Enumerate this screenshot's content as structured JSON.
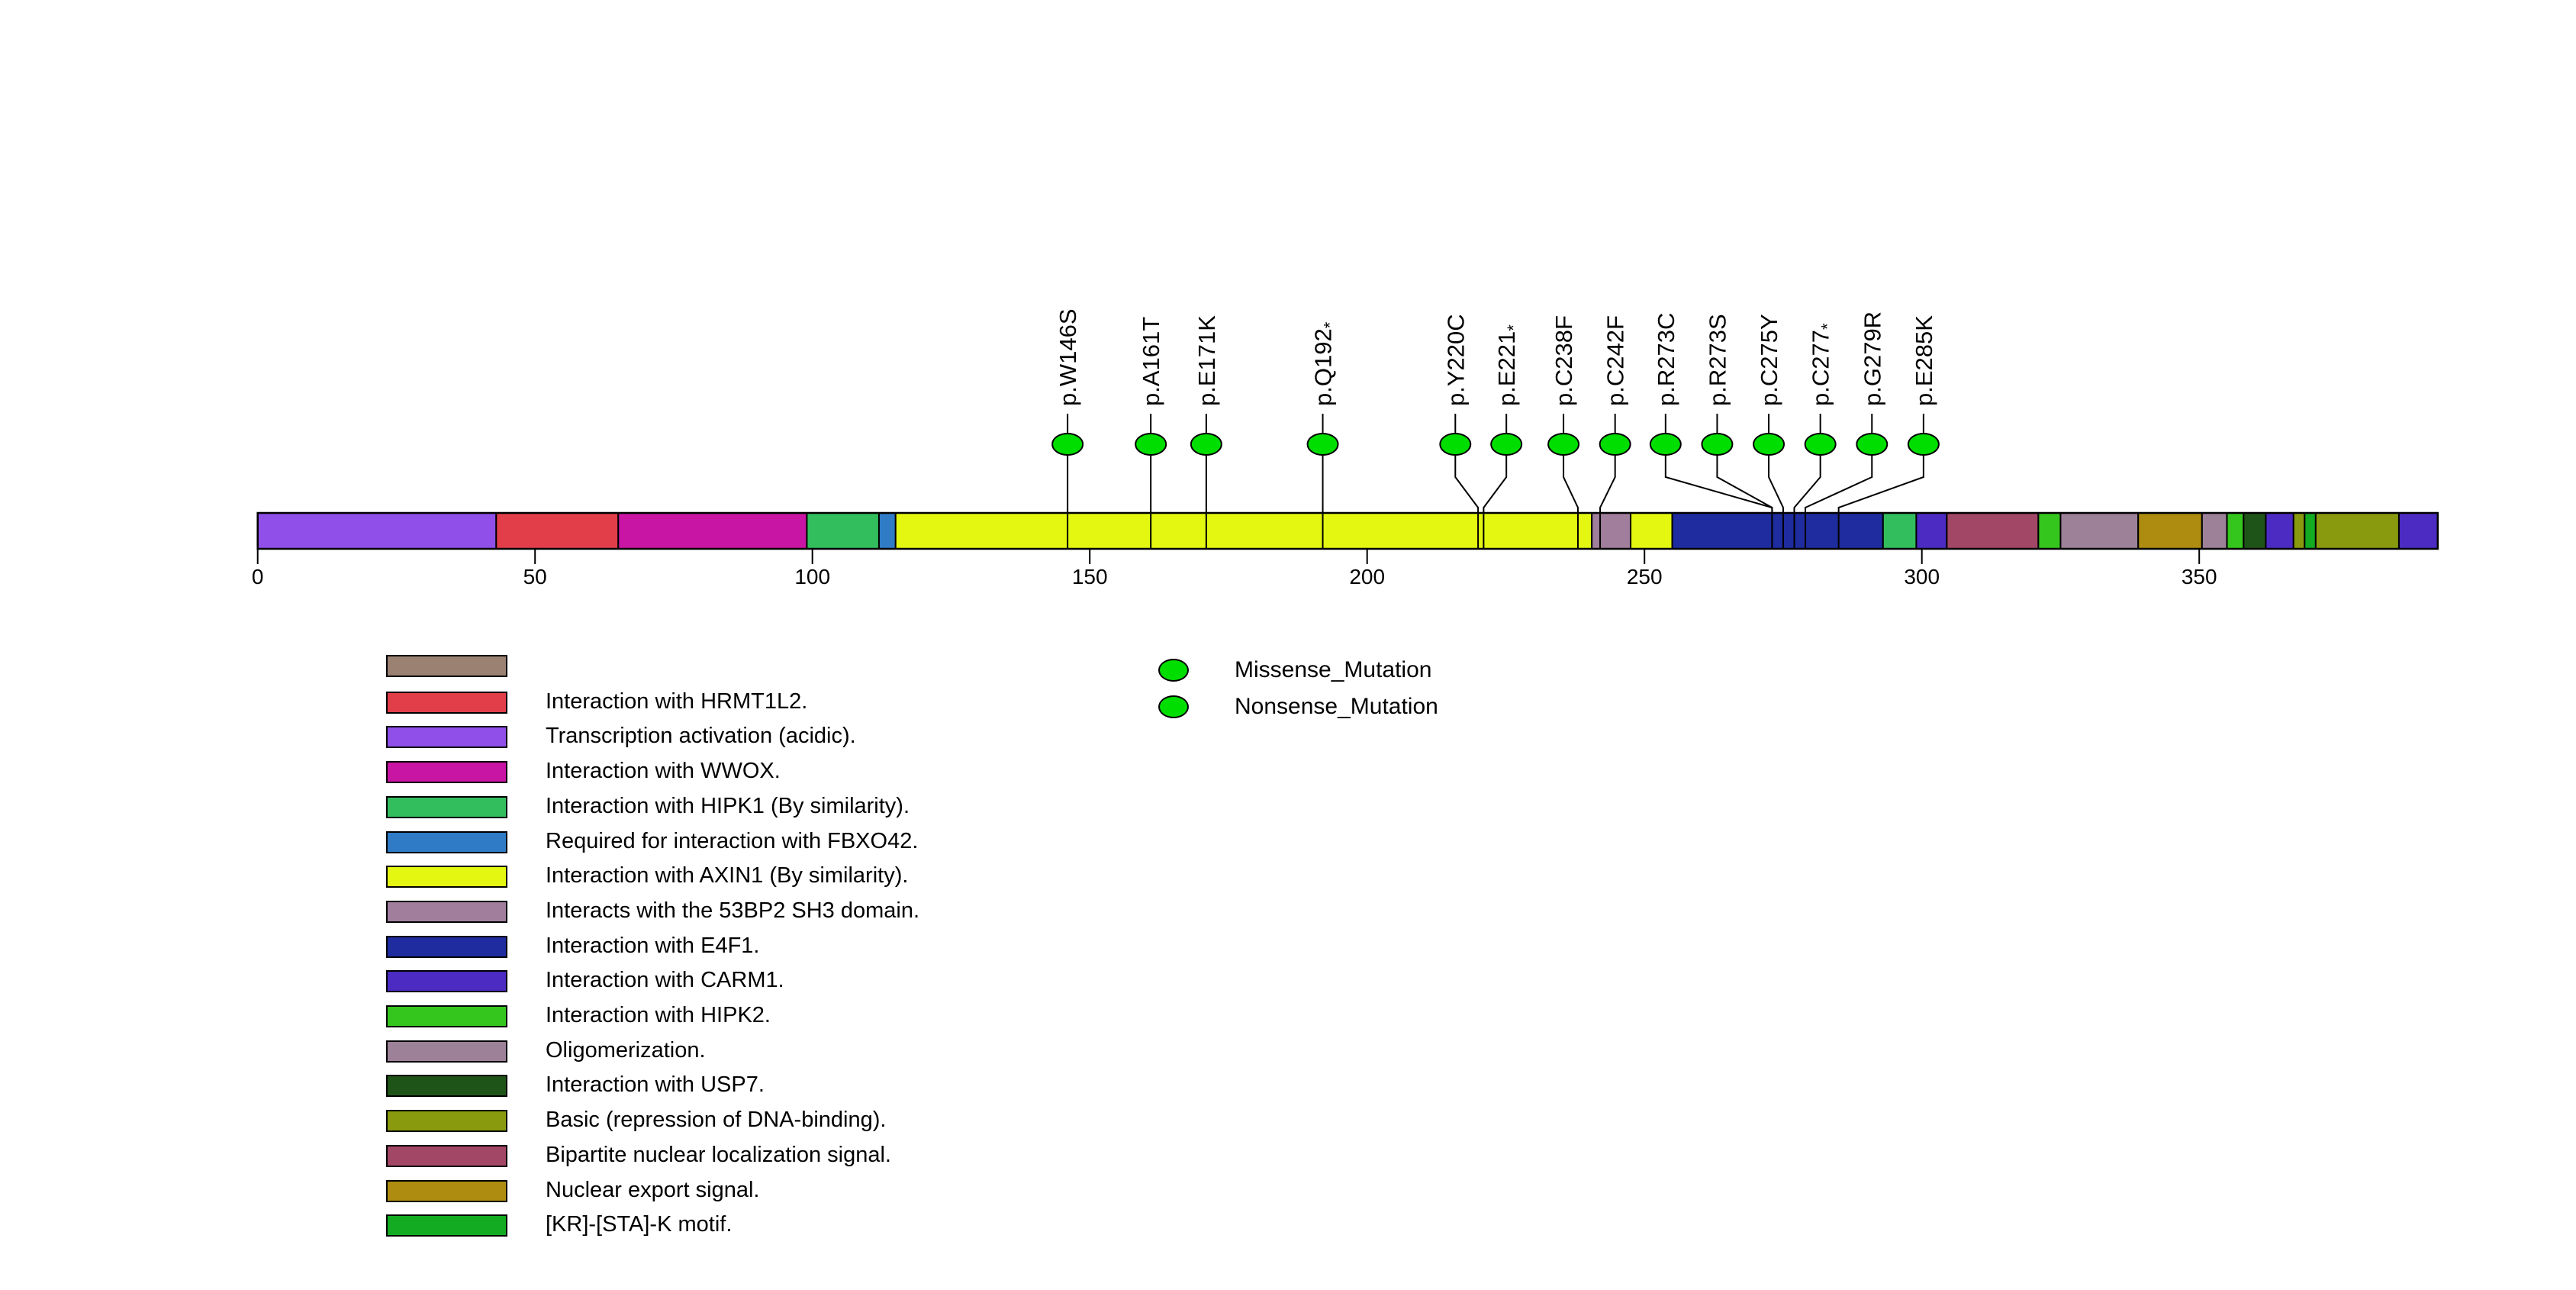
{
  "figure": {
    "background_color": "#ffffff",
    "text_color": "#000000"
  },
  "chart_data": {
    "type": "lollipop",
    "description": "Protein mutation lollipop plot with UniProt feature domains",
    "protein_length": 393,
    "xlim": [
      0,
      393
    ],
    "grid": false,
    "axis_ticks": [
      0,
      50,
      100,
      150,
      200,
      250,
      300,
      350
    ],
    "lollipop_color": "#00DE00",
    "mutations": [
      {
        "label": "p.W146S",
        "residue": 146,
        "label_pos": 146,
        "mutation_type": "Missense_Mutation"
      },
      {
        "label": "p.A161T",
        "residue": 161,
        "label_pos": 161,
        "mutation_type": "Missense_Mutation"
      },
      {
        "label": "p.E171K",
        "residue": 171,
        "label_pos": 171,
        "mutation_type": "Missense_Mutation"
      },
      {
        "label": "p.Q192*",
        "residue": 192,
        "label_pos": 192,
        "mutation_type": "Nonsense_Mutation"
      },
      {
        "label": "p.Y220C",
        "residue": 220,
        "label_pos": 215.9,
        "mutation_type": "Missense_Mutation"
      },
      {
        "label": "p.E221*",
        "residue": 221,
        "label_pos": 225.1,
        "mutation_type": "Nonsense_Mutation"
      },
      {
        "label": "p.C238F",
        "residue": 238,
        "label_pos": 235.4,
        "mutation_type": "Missense_Mutation"
      },
      {
        "label": "p.C242F",
        "residue": 242,
        "label_pos": 244.7,
        "mutation_type": "Missense_Mutation"
      },
      {
        "label": "p.R273C",
        "residue": 273,
        "label_pos": 253.8,
        "mutation_type": "Missense_Mutation"
      },
      {
        "label": "p.R273S",
        "residue": 273,
        "label_pos": 263.1,
        "mutation_type": "Missense_Mutation"
      },
      {
        "label": "p.C275Y",
        "residue": 275,
        "label_pos": 272.4,
        "mutation_type": "Missense_Mutation"
      },
      {
        "label": "p.C277*",
        "residue": 277,
        "label_pos": 281.7,
        "mutation_type": "Nonsense_Mutation"
      },
      {
        "label": "p.G279R",
        "residue": 279,
        "label_pos": 291.0,
        "mutation_type": "Missense_Mutation"
      },
      {
        "label": "p.E285K",
        "residue": 285,
        "label_pos": 300.3,
        "mutation_type": "Missense_Mutation"
      }
    ],
    "features": {
      "unlabeled": {
        "label": "",
        "color": "#9A8172"
      },
      "hrmt1l2": {
        "label": "Interaction with HRMT1L2.",
        "color": "#E23E49"
      },
      "ta_acidic": {
        "label": "Transcription activation (acidic).",
        "color": "#8F4FE8"
      },
      "wwox": {
        "label": "Interaction with WWOX.",
        "color": "#C915A3"
      },
      "hipk1": {
        "label": "Interaction with HIPK1 (By similarity).",
        "color": "#33BE5E"
      },
      "fbxo42": {
        "label": "Required for interaction with FBXO42.",
        "color": "#2F7BC6"
      },
      "axin1": {
        "label": "Interaction with AXIN1 (By similarity).",
        "color": "#E4F711"
      },
      "bp53_sh3": {
        "label": "Interacts with the 53BP2 SH3 domain.",
        "color": "#A07E9C"
      },
      "e4f1": {
        "label": "Interaction with E4F1.",
        "color": "#1E2C9F"
      },
      "carm1": {
        "label": "Interaction with CARM1.",
        "color": "#4C2BC3"
      },
      "hipk2": {
        "label": "Interaction with HIPK2.",
        "color": "#35C61E"
      },
      "oligo": {
        "label": "Oligomerization.",
        "color": "#9C8199"
      },
      "usp7": {
        "label": "Interaction with USP7.",
        "color": "#1F5418"
      },
      "basic": {
        "label": "Basic (repression of DNA-binding).",
        "color": "#8A9A0E"
      },
      "nls": {
        "label": "Bipartite nuclear localization signal.",
        "color": "#A34766"
      },
      "nes": {
        "label": "Nuclear export signal.",
        "color": "#AE8C10"
      },
      "kr_motif": {
        "label": "[KR]-[STA]-K motif.",
        "color": "#12AB21"
      }
    },
    "domain_segments": [
      {
        "start": 0,
        "end": 43,
        "feature": "ta_acidic"
      },
      {
        "start": 43,
        "end": 65,
        "feature": "hrmt1l2"
      },
      {
        "start": 65,
        "end": 99,
        "feature": "wwox"
      },
      {
        "start": 99,
        "end": 112,
        "feature": "hipk1"
      },
      {
        "start": 112,
        "end": 115,
        "feature": "fbxo42"
      },
      {
        "start": 115,
        "end": 240.5,
        "feature": "axin1"
      },
      {
        "start": 240.5,
        "end": 247.5,
        "feature": "bp53_sh3"
      },
      {
        "start": 247.5,
        "end": 255,
        "feature": "axin1"
      },
      {
        "start": 255,
        "end": 293,
        "feature": "e4f1"
      },
      {
        "start": 293,
        "end": 299,
        "feature": "hipk1"
      },
      {
        "start": 299,
        "end": 304.5,
        "feature": "carm1"
      },
      {
        "start": 304.5,
        "end": 321,
        "feature": "nls"
      },
      {
        "start": 321,
        "end": 325,
        "feature": "hipk2"
      },
      {
        "start": 325,
        "end": 339,
        "feature": "oligo"
      },
      {
        "start": 339,
        "end": 350.5,
        "feature": "nes"
      },
      {
        "start": 350.5,
        "end": 355,
        "feature": "oligo"
      },
      {
        "start": 355,
        "end": 358,
        "feature": "hipk2"
      },
      {
        "start": 358,
        "end": 362,
        "feature": "usp7"
      },
      {
        "start": 362,
        "end": 367,
        "feature": "carm1"
      },
      {
        "start": 367,
        "end": 369,
        "feature": "basic"
      },
      {
        "start": 369,
        "end": 371,
        "feature": "kr_motif"
      },
      {
        "start": 371,
        "end": 386,
        "feature": "basic"
      },
      {
        "start": 386,
        "end": 393,
        "feature": "carm1"
      }
    ],
    "domain_legend_order": [
      "unlabeled",
      "hrmt1l2",
      "ta_acidic",
      "wwox",
      "hipk1",
      "fbxo42",
      "axin1",
      "bp53_sh3",
      "e4f1",
      "carm1",
      "hipk2",
      "oligo",
      "usp7",
      "basic",
      "nls",
      "nes",
      "kr_motif"
    ],
    "mutation_legend": [
      {
        "label": "Missense_Mutation"
      },
      {
        "label": "Nonsense_Mutation"
      }
    ]
  }
}
